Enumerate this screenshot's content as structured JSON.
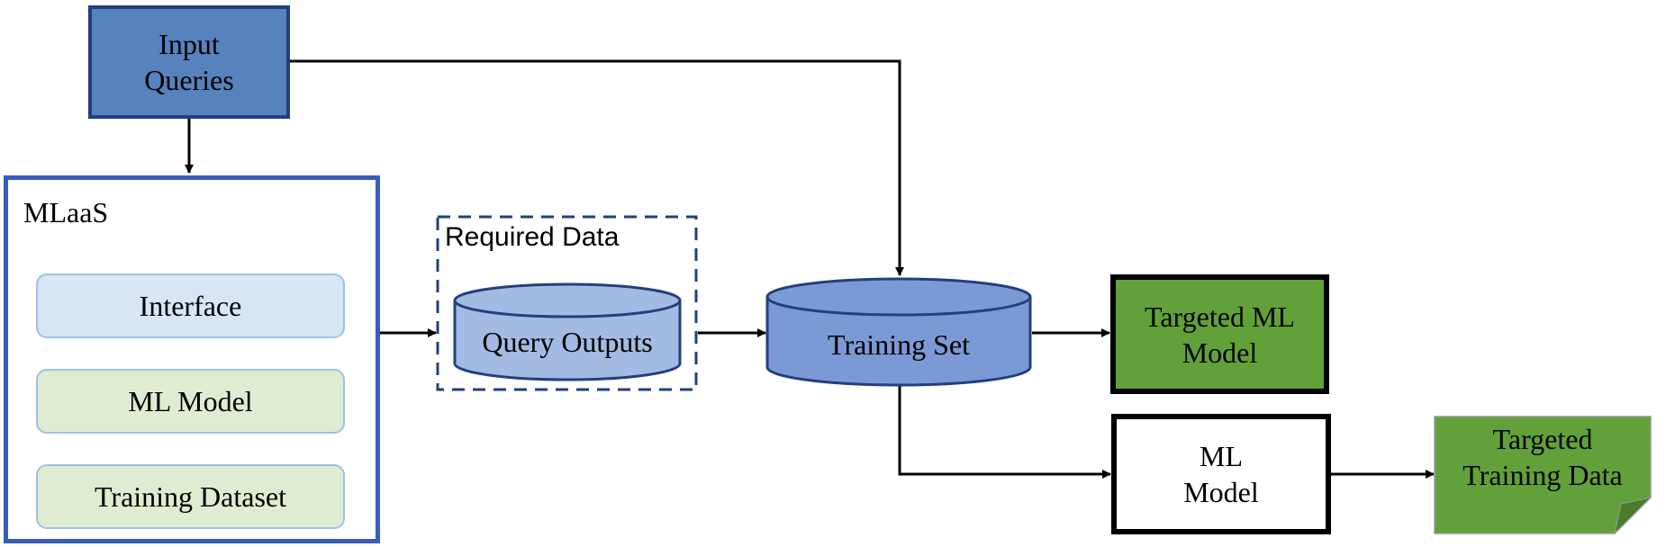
{
  "diagram": {
    "input_queries": "Input\nQueries",
    "input_queries_lines": [
      "Input",
      "Queries"
    ],
    "mlaas": {
      "title": "MLaaS",
      "layers": [
        "Interface",
        "ML Model",
        "Training Dataset"
      ]
    },
    "required_data": {
      "label": "Required Data",
      "store": "Query Outputs"
    },
    "training_set": "Training Set",
    "targeted_ml_model_lines": [
      "Targeted ML",
      "Model"
    ],
    "ml_model_lines": [
      "ML",
      "Model"
    ],
    "targeted_training_data_lines": [
      "Targeted",
      "Training Data"
    ],
    "colors": {
      "input_fill": "#5682bd",
      "input_border": "#22407c",
      "mlaas_border": "#3a5dbb",
      "interface_fill": "#d7e5f4",
      "layer_fill": "#dfecd2",
      "query_outputs_fill": "#a3bae2",
      "training_set_fill": "#7b99d4",
      "cylinder_border": "#22407c",
      "targeted_fill": "#62a13a",
      "note_fold": "#4a7d2c"
    },
    "edges": [
      {
        "from": "Input Queries",
        "to": "MLaaS"
      },
      {
        "from": "Input Queries",
        "to": "Training Set"
      },
      {
        "from": "MLaaS",
        "to": "Query Outputs"
      },
      {
        "from": "Query Outputs",
        "to": "Training Set"
      },
      {
        "from": "Training Set",
        "to": "Targeted ML Model"
      },
      {
        "from": "Training Set",
        "to": "ML Model"
      },
      {
        "from": "ML Model",
        "to": "Targeted Training Data"
      },
      {
        "from": "Interface",
        "to": "ML Model",
        "bidirectional": true
      },
      {
        "from": "ML Model",
        "to": "Training Dataset",
        "bidirectional": true
      }
    ]
  }
}
